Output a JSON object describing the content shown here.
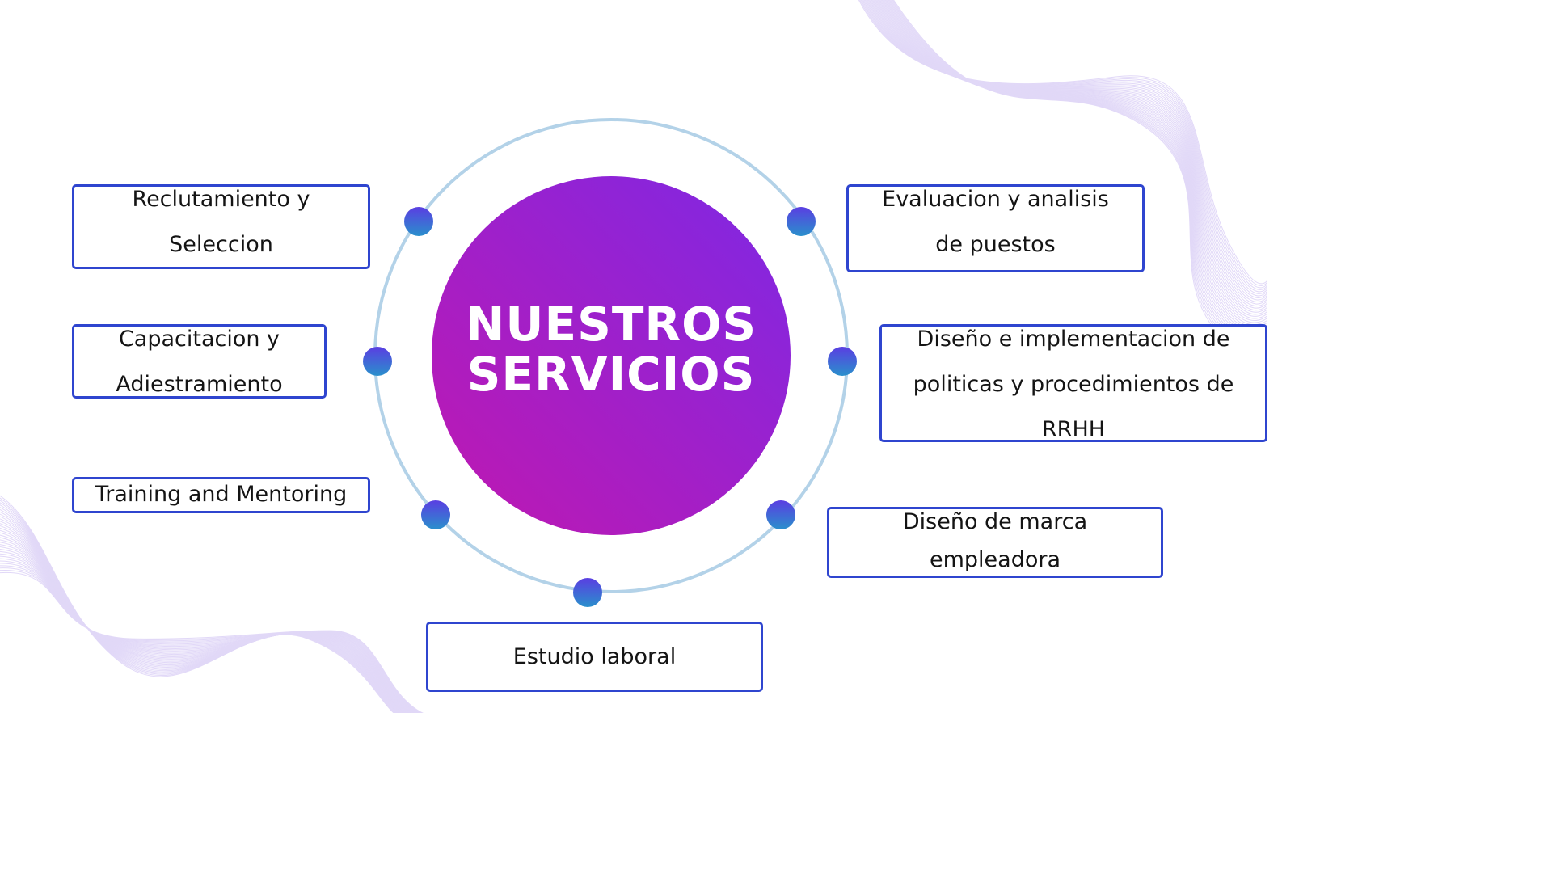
{
  "diagram": {
    "title_lines": [
      "NUESTROS",
      "SERVICIOS"
    ],
    "services": {
      "reclutamiento": "Reclutamiento y\nSeleccion",
      "capacitacion": "Capacitacion y\nAdiestramiento",
      "training": "Training and Mentoring",
      "estudio": "Estudio laboral",
      "marca": "Diseño de marca\nempleadora",
      "politicas": "Diseño e implementacion de\npoliticas y procedimientos de\nRRHH",
      "evaluacion": "Evaluacion y analisis\nde puestos"
    }
  },
  "colors": {
    "box_border": "#2f45cf",
    "ring": "#b3d2e8",
    "circle_gradient": [
      "#b81ab5",
      "#8a25e0"
    ],
    "node_gradient": [
      "#5b3fe0",
      "#2a8bd0"
    ],
    "wave": "#c6b6f0"
  }
}
